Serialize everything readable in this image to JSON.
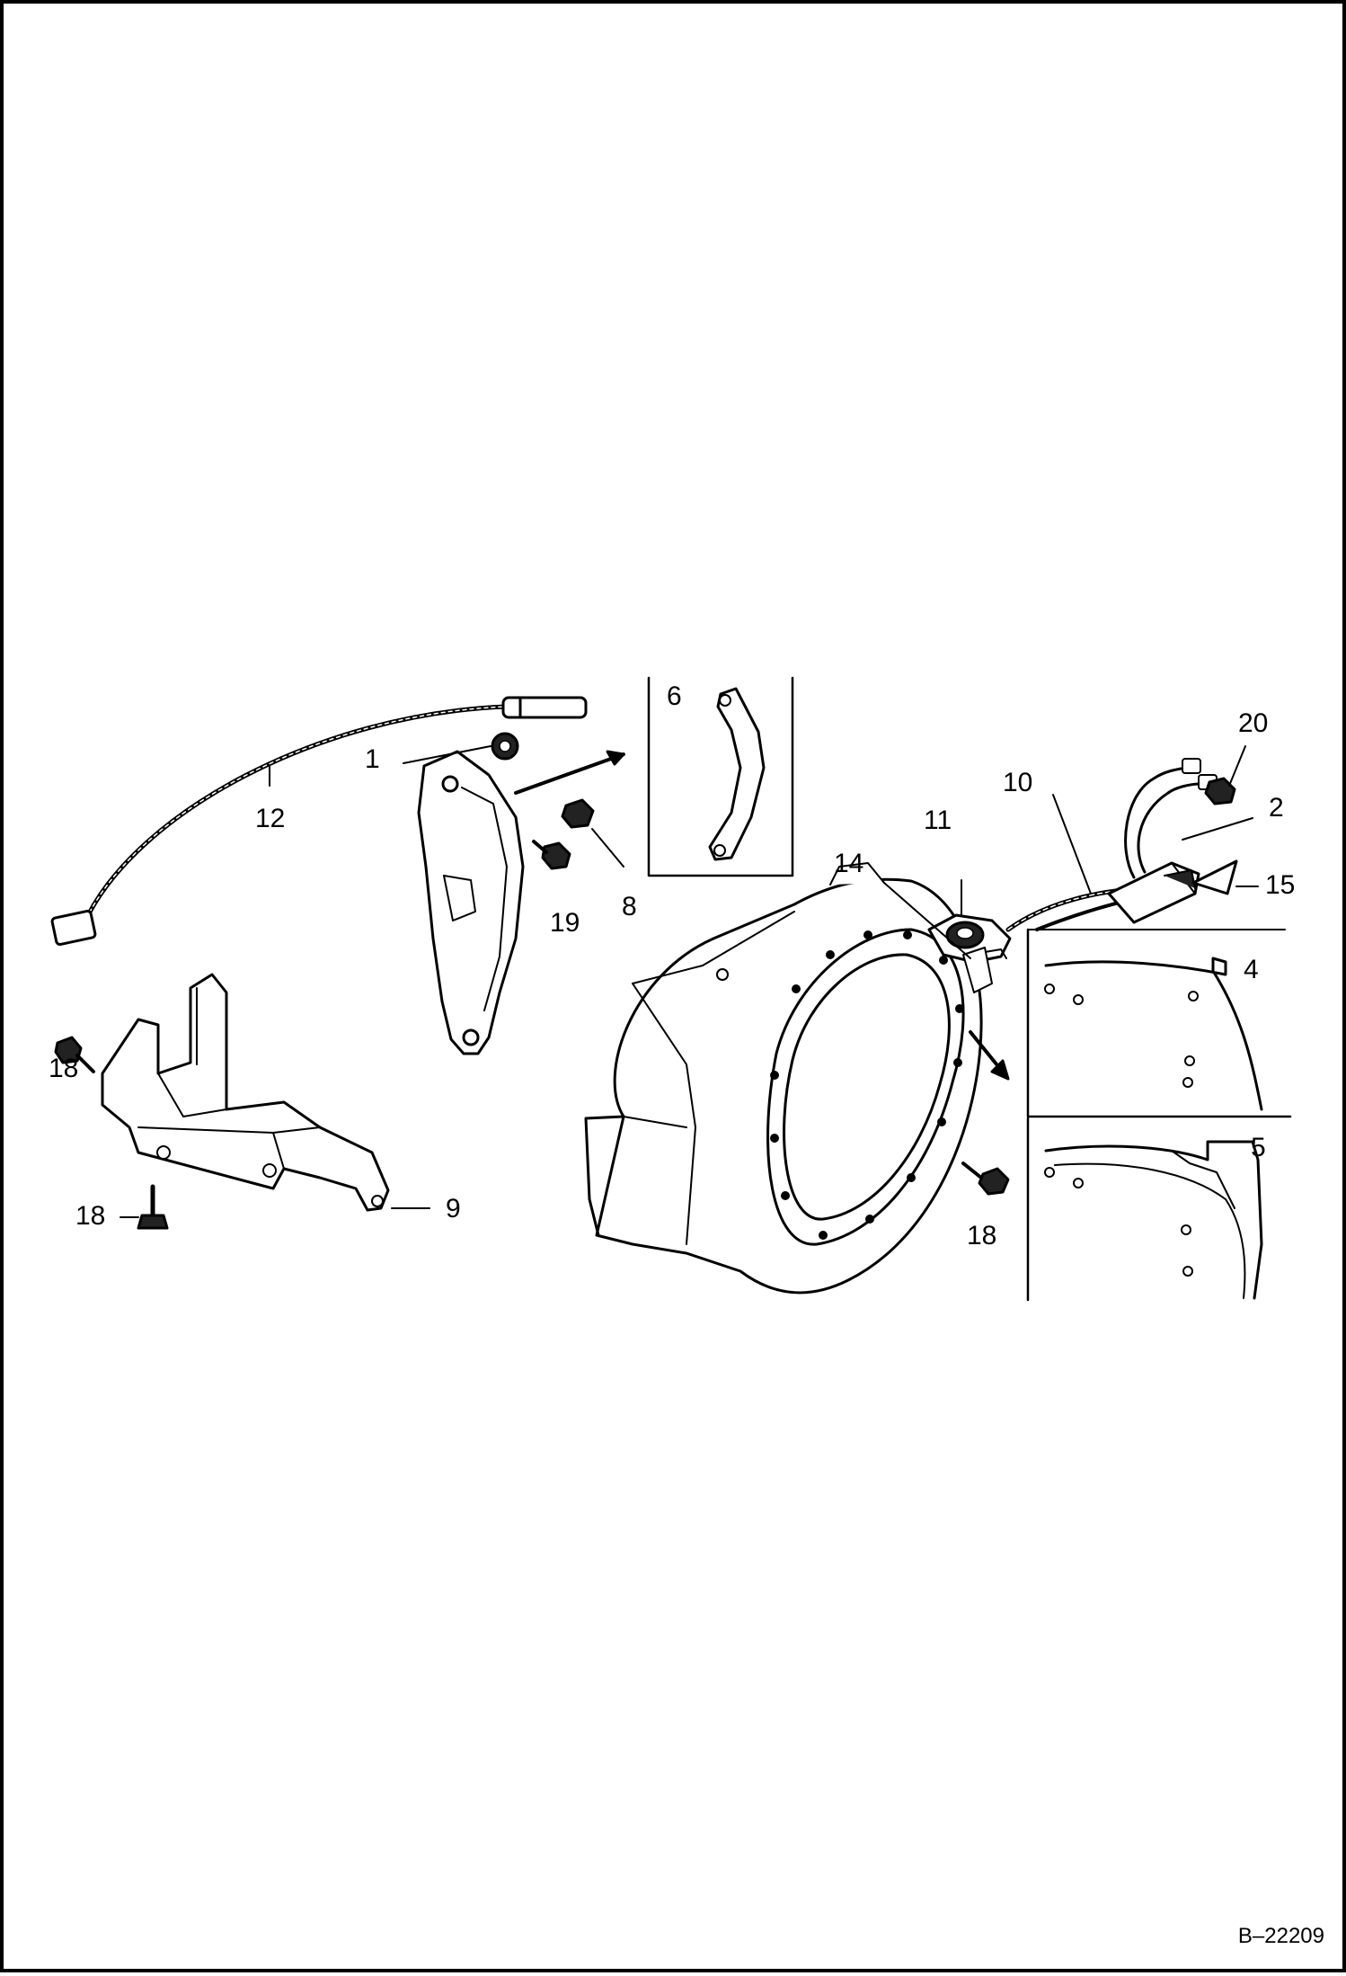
{
  "diagram": {
    "drawing_code": "B–22209",
    "callouts": {
      "c1": "1",
      "c2": "2",
      "c4": "4",
      "c5": "5",
      "c6": "6",
      "c8": "8",
      "c9": "9",
      "c10": "10",
      "c11": "11",
      "c12": "12",
      "c14": "14",
      "c15": "15",
      "c18a": "18",
      "c18b": "18",
      "c18c": "18",
      "c19": "19",
      "c20": "20"
    }
  }
}
